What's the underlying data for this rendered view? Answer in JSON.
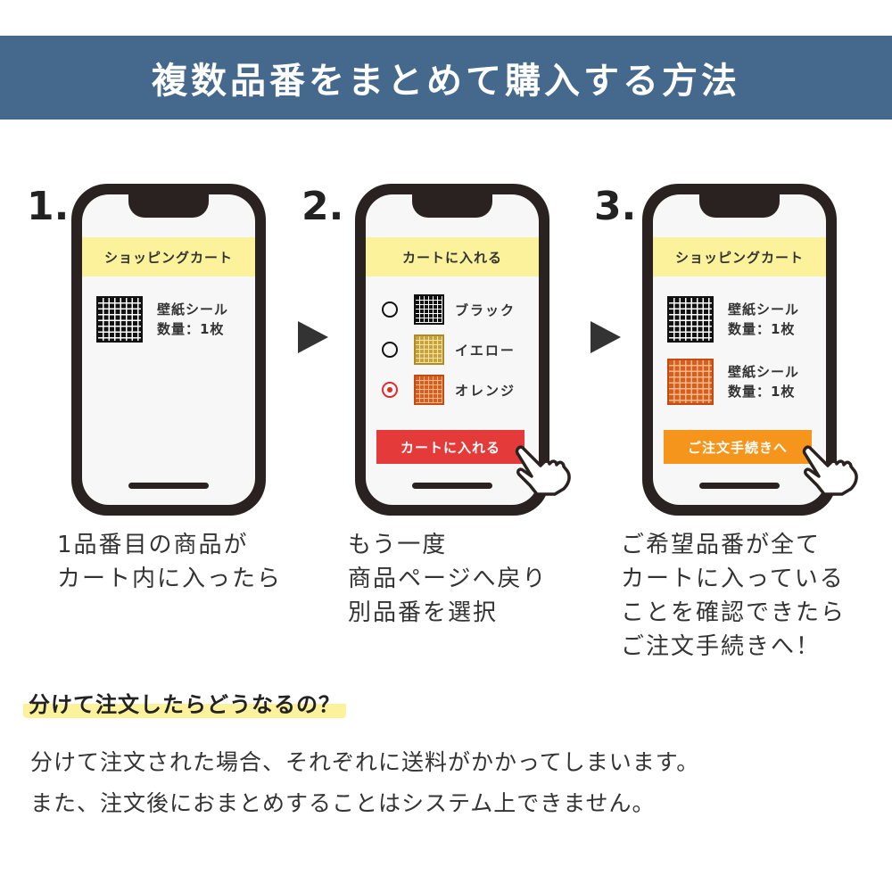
{
  "title": "複数品番をまとめて購入する方法",
  "steps": [
    {
      "number": "1.",
      "screen_header": "ショッピングカート",
      "items": [
        {
          "line1": "壁紙シール",
          "line2": "数量：1枚",
          "color": "black"
        }
      ],
      "caption": [
        "1品番目の商品が",
        "カート内に入ったら"
      ]
    },
    {
      "number": "2.",
      "screen_header": "カートに入れる",
      "options": [
        {
          "label": "ブラック",
          "selected": false,
          "color": "black"
        },
        {
          "label": "イエロー",
          "selected": false,
          "color": "yellow"
        },
        {
          "label": "オレンジ",
          "selected": true,
          "color": "orange"
        }
      ],
      "button": "カートに入れる",
      "caption": [
        "もう一度",
        "商品ページへ戻り",
        "別品番を選択"
      ]
    },
    {
      "number": "3.",
      "screen_header": "ショッピングカート",
      "items": [
        {
          "line1": "壁紙シール",
          "line2": "数量：1枚",
          "color": "black"
        },
        {
          "line1": "壁紙シール",
          "line2": "数量：1枚",
          "color": "orange"
        }
      ],
      "button": "ご注文手続きへ",
      "caption": [
        "ご希望品番が全て",
        "カートに入っている",
        "ことを確認できたら",
        "ご注文手続きへ！"
      ]
    }
  ],
  "faq": {
    "question": "分けて注文したらどうなるの？",
    "answer": [
      "分けて注文された場合、それぞれに送料がかかってしまいます。",
      "また、注文後におまとめすることはシステム上できません。"
    ]
  },
  "colors": {
    "title_bar": "#44698d",
    "highlight": "#fbf29b",
    "button_red": "#e53a3a",
    "button_orange": "#f5951c",
    "radio_selected": "#e02b2b"
  },
  "icons": [
    "play-arrow-icon",
    "pointing-hand-icon",
    "radio-icon"
  ]
}
